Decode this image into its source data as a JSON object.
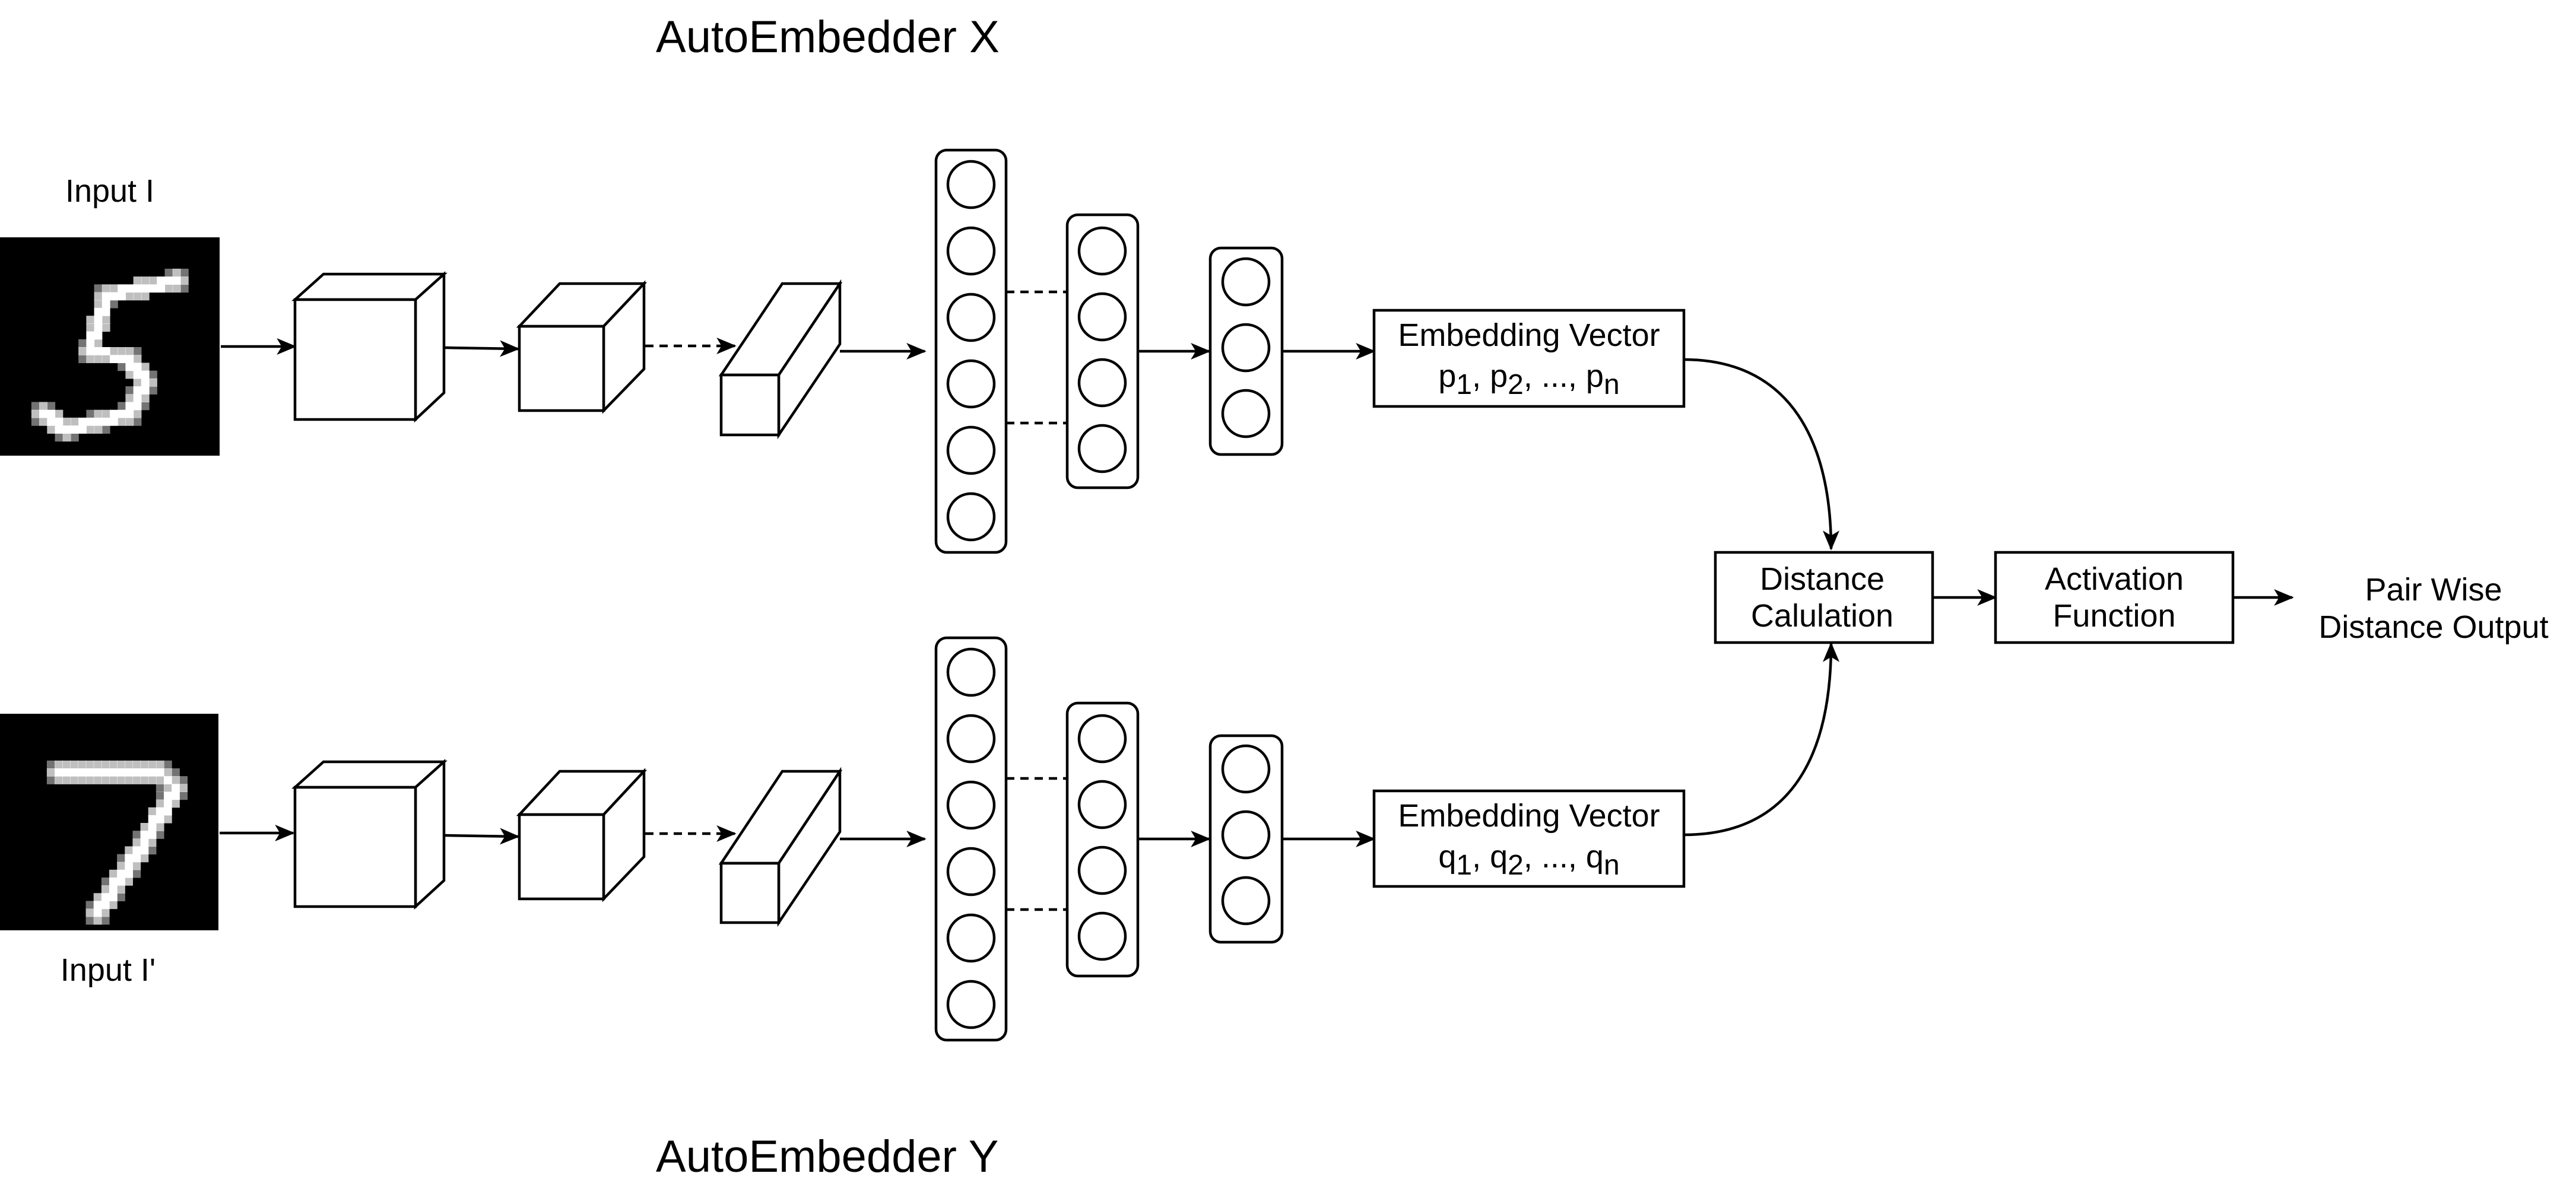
{
  "diagram": {
    "branch_x": {
      "title": "AutoEmbedder X",
      "input_label": "Input I",
      "digit": "5",
      "embedding": {
        "line1": "Embedding Vector",
        "sym": "p",
        "subs": [
          "1",
          "2",
          "n"
        ]
      }
    },
    "branch_y": {
      "title": "AutoEmbedder Y",
      "input_label": "Input I'",
      "digit": "7",
      "embedding": {
        "line1": "Embedding Vector",
        "sym": "q",
        "subs": [
          "1",
          "2",
          "n"
        ]
      }
    },
    "distance_box": {
      "line1": "Distance",
      "line2": "Calulation"
    },
    "activation_box": {
      "line1": "Activation",
      "line2": "Function"
    },
    "output": {
      "line1": "Pair Wise",
      "line2": "Distance Output"
    },
    "subscript_sep": ", ",
    "ellipsis": "...,"
  }
}
